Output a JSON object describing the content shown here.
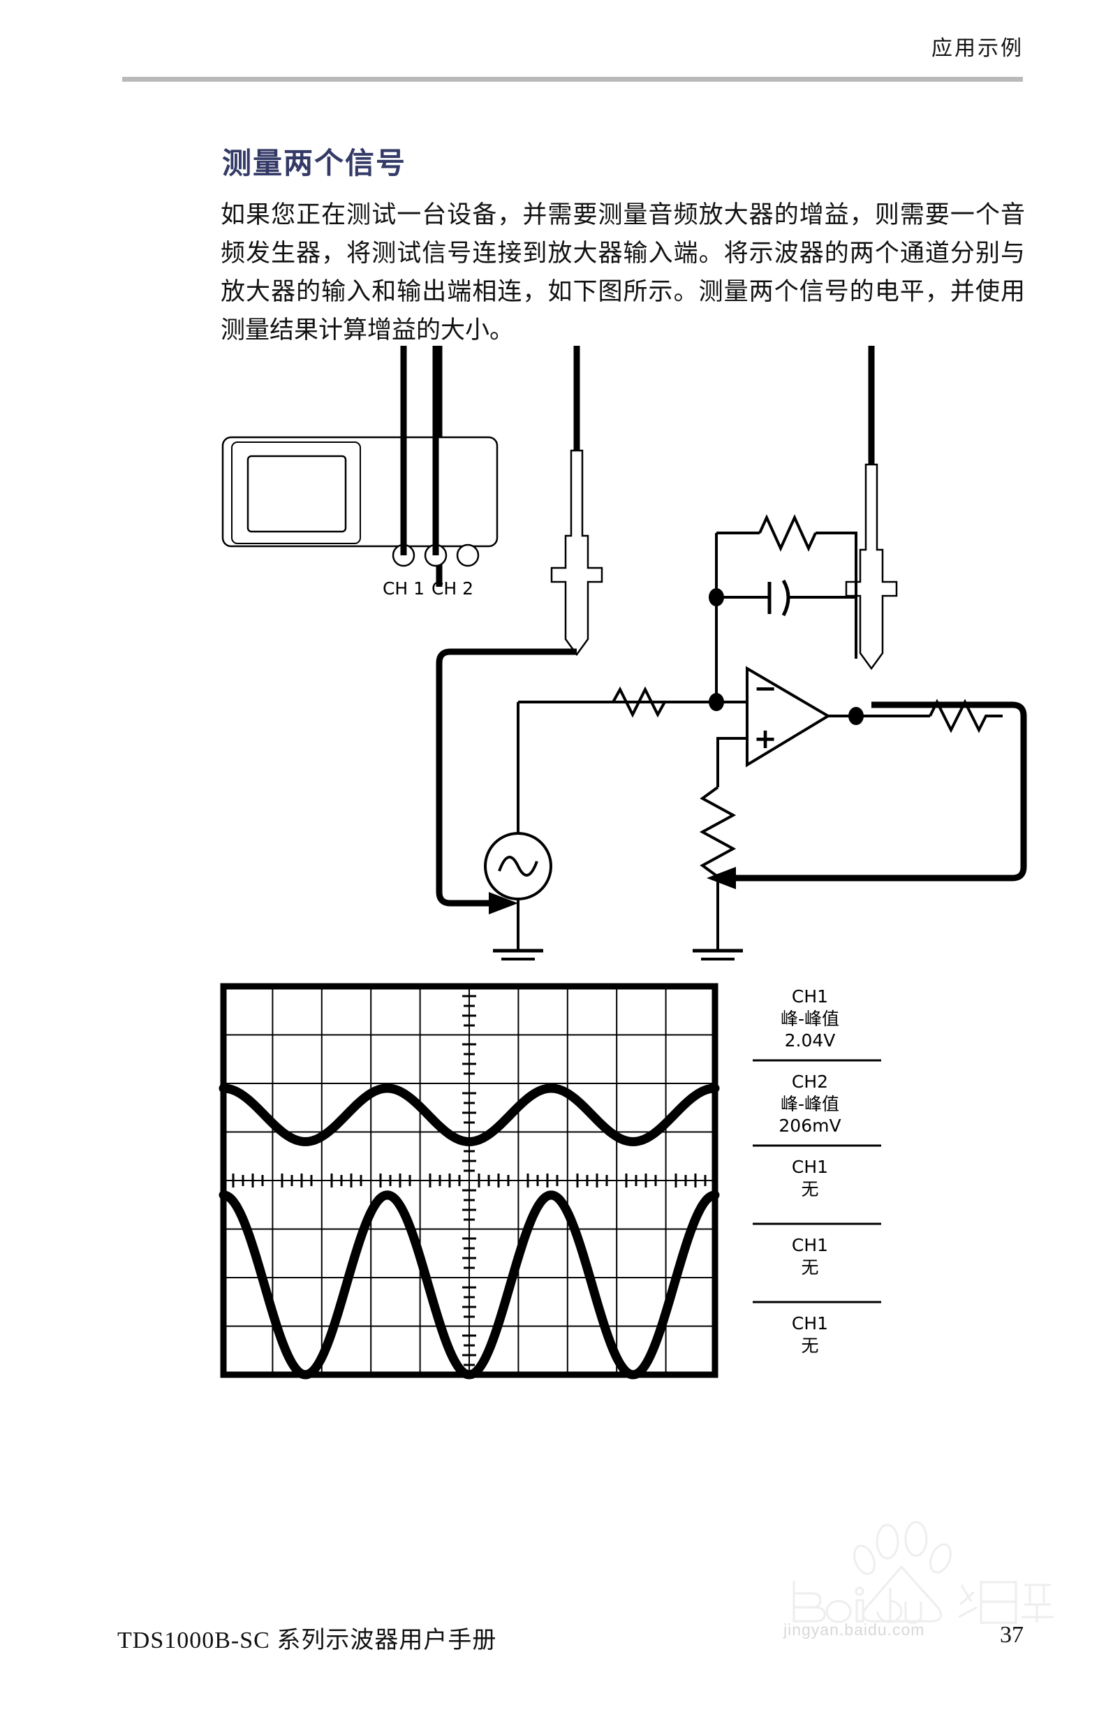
{
  "header": {
    "title": "应用示例"
  },
  "section": {
    "heading": "测量两个信号",
    "paragraph": "如果您正在测试一台设备，并需要测量音频放大器的增益，则需要一个音频发生器，将测试信号连接到放大器输入端。将示波器的两个通道分别与放大器的输入和输出端相连，如下图所示。测量两个信号的电平，并使用测量结果计算增益的大小。"
  },
  "circuit_figure": {
    "scope_label_ch1": "CH 1",
    "scope_label_ch2": "CH 2",
    "components": {
      "oscilloscope": "oscilloscope-body",
      "screen": "oscilloscope-screen",
      "bnc_connectors": 3,
      "probes": 2,
      "opamp_minus": "−",
      "opamp_plus": "+",
      "signal_generator": "sine-source",
      "feedback_resistor": "Rf",
      "feedback_capacitor": "Cf",
      "input_resistor": "Rin",
      "output_resistor": "Rout",
      "potentiometer": "Rpot",
      "grounds": 2
    }
  },
  "scope_figure": {
    "grid": {
      "columns": 10,
      "rows": 8
    },
    "readouts": [
      {
        "channel": "CH1",
        "measure": "峰-峰值",
        "value": "2.04V"
      },
      {
        "channel": "CH2",
        "measure": "峰-峰值",
        "value": "206mV"
      },
      {
        "channel": "CH1",
        "measure": "",
        "value": "无"
      },
      {
        "channel": "CH1",
        "measure": "",
        "value": "无"
      },
      {
        "channel": "CH1",
        "measure": "",
        "value": "无"
      }
    ]
  },
  "chart_data": {
    "type": "line",
    "title": "",
    "xlabel": "",
    "ylabel": "",
    "grid": true,
    "xlim": [
      0,
      10
    ],
    "ylim": [
      -4,
      4
    ],
    "series": [
      {
        "name": "CH2",
        "description": "small amplitude sine, upper trace",
        "offset_div": 1.35,
        "amplitude_div": 0.55,
        "periods": 3,
        "phase_div": 0.0
      },
      {
        "name": "CH1",
        "description": "large amplitude sine, lower trace",
        "offset_div": -2.15,
        "amplitude_div": 1.85,
        "periods": 3,
        "phase_div": 0.0
      }
    ]
  },
  "watermark": {
    "brand": "Baidu",
    "suffix": "经验",
    "url": "jingyan.baidu.com"
  },
  "footer": {
    "title": "TDS1000B-SC 系列示波器用户手册",
    "page_number": "37"
  }
}
